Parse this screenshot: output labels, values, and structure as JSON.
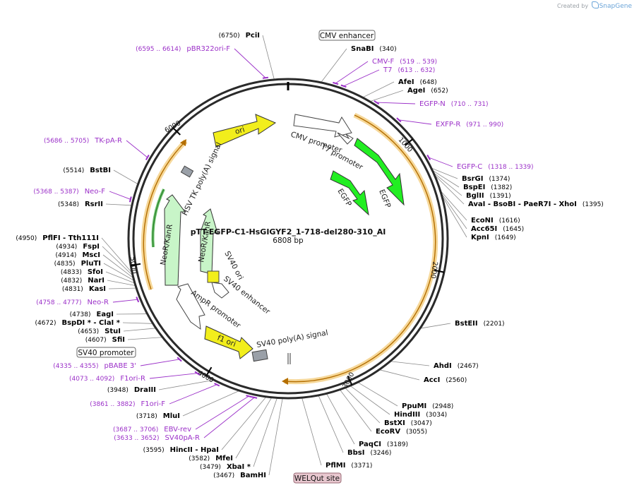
{
  "credit": {
    "prefix": "Created by",
    "brand": "SnapGene"
  },
  "plasmid": {
    "name": "pTT-EGFP-C1-HsGIGYF2_1-718-del280-310_AI",
    "size": "6808 bp"
  },
  "colors": {
    "backbone": "#2a2a2a",
    "restriction_site": "#000000",
    "primer": "#9b30c8",
    "egfp": "#22ee22",
    "ori": "#f2ee1c",
    "neo": "#c8f5c8",
    "promoter": "#ffffff",
    "orf": "#c07a00",
    "signal_box": "#9aa0a8",
    "welqut_fill": "#e8c7cf"
  },
  "ticks": [
    "1000",
    "2000",
    "3000",
    "4000",
    "5000",
    "6000"
  ],
  "restriction_sites": [
    {
      "name": "PciI",
      "pos": "(6750)"
    },
    {
      "name": "SnaBI",
      "pos": "(340)"
    },
    {
      "name": "AfeI",
      "pos": "(648)"
    },
    {
      "name": "AgeI",
      "pos": "(652)"
    },
    {
      "name": "BsrGI",
      "pos": "(1374)"
    },
    {
      "name": "BspEI",
      "pos": "(1382)"
    },
    {
      "name": "BglII",
      "pos": "(1391)"
    },
    {
      "name": "AvaI   -  BsoBI   -  PaeR7I   -  XhoI",
      "pos": "(1395)"
    },
    {
      "name": "EcoNI",
      "pos": "(1616)"
    },
    {
      "name": "Acc65I",
      "pos": "(1645)"
    },
    {
      "name": "KpnI",
      "pos": "(1649)"
    },
    {
      "name": "BstEII",
      "pos": "(2201)"
    },
    {
      "name": "AhdI",
      "pos": "(2467)"
    },
    {
      "name": "AccI",
      "pos": "(2560)"
    },
    {
      "name": "PpuMI",
      "pos": "(2948)"
    },
    {
      "name": "HindIII",
      "pos": "(3034)"
    },
    {
      "name": "BstXI",
      "pos": "(3047)"
    },
    {
      "name": "EcoRV",
      "pos": "(3055)"
    },
    {
      "name": "PaqCI",
      "pos": "(3189)"
    },
    {
      "name": "BbsI",
      "pos": "(3246)"
    },
    {
      "name": "PflMI",
      "pos": "(3371)"
    },
    {
      "name": "BamHI",
      "pos": "(3467)"
    },
    {
      "name": "XbaI  *",
      "pos": "(3479)"
    },
    {
      "name": "MfeI",
      "pos": "(3582)"
    },
    {
      "name": "HincII  -  HpaI",
      "pos": "(3595)"
    },
    {
      "name": "MluI",
      "pos": "(3718)"
    },
    {
      "name": "DraIII",
      "pos": "(3948)"
    },
    {
      "name": "SfiI",
      "pos": "(4607)"
    },
    {
      "name": "StuI",
      "pos": "(4653)"
    },
    {
      "name": "BspDI  *  -  ClaI  *",
      "pos": "(4672)"
    },
    {
      "name": "EagI",
      "pos": "(4738)"
    },
    {
      "name": "KasI",
      "pos": "(4831)"
    },
    {
      "name": "NarI",
      "pos": "(4832)"
    },
    {
      "name": "SfoI",
      "pos": "(4833)"
    },
    {
      "name": "PluTI",
      "pos": "(4835)"
    },
    {
      "name": "MscI",
      "pos": "(4914)"
    },
    {
      "name": "FspI",
      "pos": "(4934)"
    },
    {
      "name": "PflFI  -  Tth111I",
      "pos": "(4950)"
    },
    {
      "name": "RsrII",
      "pos": "(5348)"
    },
    {
      "name": "BstBI",
      "pos": "(5514)"
    }
  ],
  "primers": [
    {
      "name": "pBR322ori-F",
      "range": "(6595 .. 6614)"
    },
    {
      "name": "CMV-F",
      "range": "(519 .. 539)"
    },
    {
      "name": "T7",
      "range": "(613 .. 632)"
    },
    {
      "name": "EGFP-N",
      "range": "(710 .. 731)"
    },
    {
      "name": "EXFP-R",
      "range": "(971 .. 990)"
    },
    {
      "name": "EGFP-C",
      "range": "(1318 .. 1339)"
    },
    {
      "name": "TK-pA-R",
      "range": "(5686 .. 5705)"
    },
    {
      "name": "Neo-F",
      "range": "(5368 .. 5387)"
    },
    {
      "name": "Neo-R",
      "range": "(4758 .. 4777)"
    },
    {
      "name": "pBABE 3'",
      "range": "(4335 .. 4355)"
    },
    {
      "name": "F1ori-R",
      "range": "(4073 .. 4092)"
    },
    {
      "name": "F1ori-F",
      "range": "(3861 .. 3882)"
    },
    {
      "name": "EBV-rev",
      "range": "(3687 .. 3706)"
    },
    {
      "name": "SV40pA-R",
      "range": "(3633 .. 3652)"
    }
  ],
  "boxed_features": [
    {
      "name": "CMV enhancer"
    },
    {
      "name": "SV40 promoter"
    },
    {
      "name": "WELQut site"
    }
  ],
  "features": [
    {
      "name": "CMV promoter"
    },
    {
      "name": "T7 promoter"
    },
    {
      "name": "EGFP"
    },
    {
      "name": "EGFP"
    },
    {
      "name": "ori"
    },
    {
      "name": "HSV TK poly(A) signal"
    },
    {
      "name": "NeoR/KanR"
    },
    {
      "name": "NeoR/KanR"
    },
    {
      "name": "SV40 ori"
    },
    {
      "name": "SV40 enhancer"
    },
    {
      "name": "AmpR promoter"
    },
    {
      "name": "f1 ori"
    },
    {
      "name": "SV40 poly(A) signal"
    }
  ]
}
